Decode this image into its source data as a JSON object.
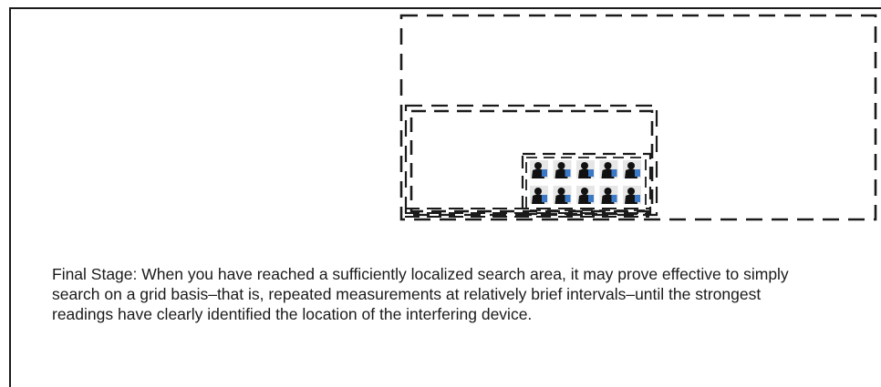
{
  "caption": {
    "text": "Final Stage:  When you have reached a sufficiently localized search area, it may prove effective to simply search on a grid basis–that is, repeated measurements at relatively brief intervals–until the strongest readings have clearly identified the location of the interfering device."
  },
  "diagram": {
    "search_area_levels": 3,
    "grid": {
      "rows": 2,
      "columns": 5,
      "icon": "radio-operator-icon"
    },
    "colors": {
      "stroke": "#1a1a1a",
      "icon_figure": "#111111",
      "icon_device": "#3a78c8"
    }
  }
}
